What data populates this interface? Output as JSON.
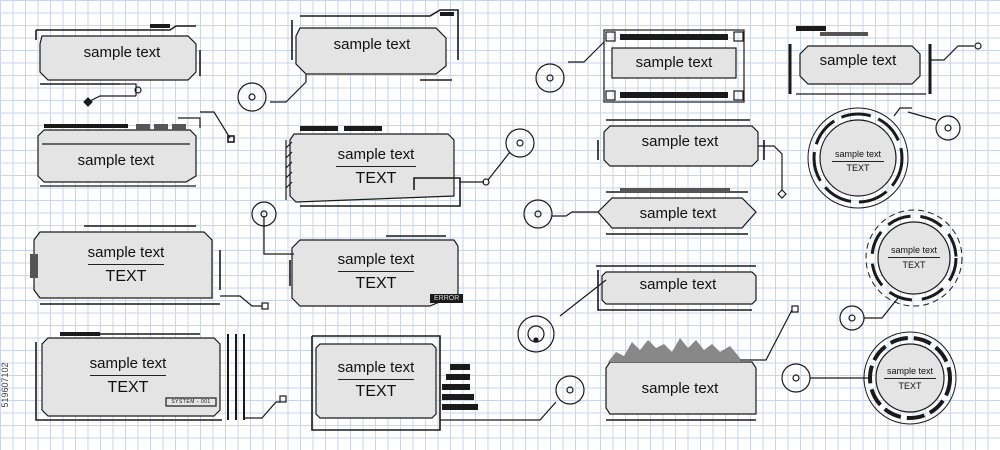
{
  "labels": {
    "sample": "sample text",
    "text": "TEXT",
    "error": "ERROR",
    "system": "SYSTEM - 001"
  },
  "watermark": "519607102",
  "colors": {
    "panel_fill": "#e4e4e4",
    "stroke": "#1a1a1a",
    "grid": "#c9d6ea",
    "background": "#ffffff"
  }
}
